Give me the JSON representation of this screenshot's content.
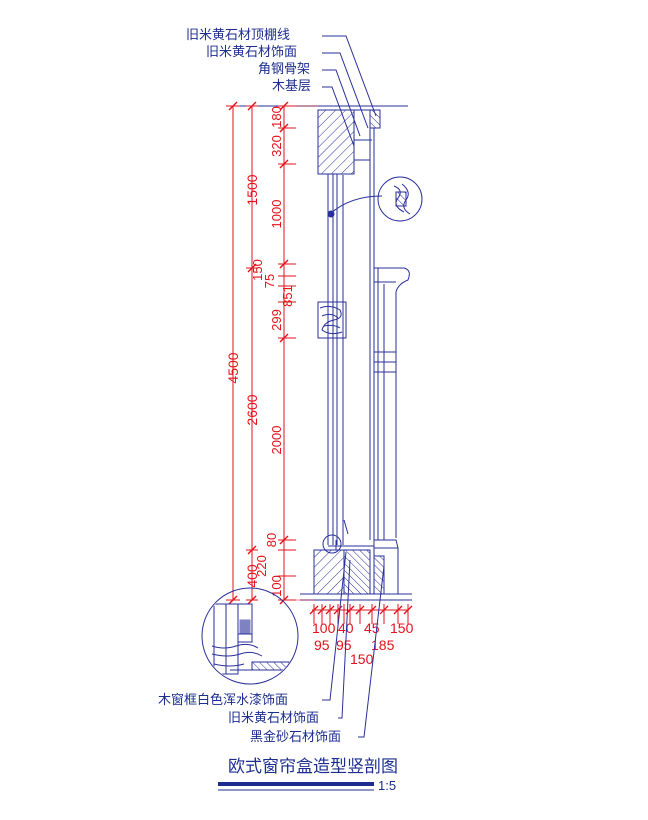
{
  "labels_top": [
    "旧米黄石材顶棚线",
    "旧米黄石材饰面",
    "角钢骨架",
    "木基层"
  ],
  "labels_bottom": [
    "木窗框白色浑水漆饰面",
    "旧米黄石材饰面",
    "黑金砂石材饰面"
  ],
  "dims_outer": [
    "4500"
  ],
  "dims_middle": [
    "1500",
    "2600",
    "400"
  ],
  "dims_inner": [
    "180",
    "320",
    "1000",
    "150",
    "75",
    "851",
    "299",
    "2000",
    "80",
    "220",
    "100"
  ],
  "dims_bottom_row1": [
    "100",
    "40",
    "45",
    "150"
  ],
  "dims_bottom_row2": [
    "95",
    "95",
    "185"
  ],
  "dims_bottom_row3": [
    "150"
  ],
  "title": "欧式窗帘盒造型竖剖图",
  "scale": "1:5",
  "colors": {
    "blue": "#1c2d8f",
    "red": "#e3121b",
    "line": "#2a2f9a"
  }
}
